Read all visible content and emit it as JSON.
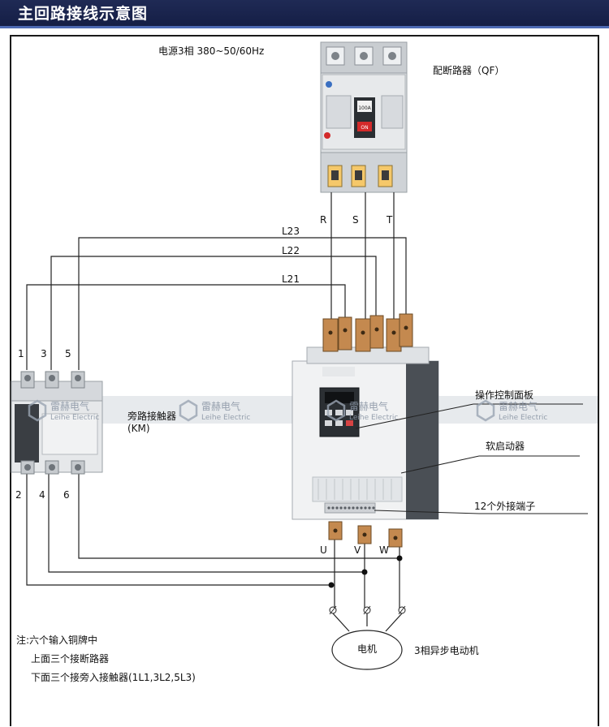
{
  "header": {
    "title": "主回路接线示意图"
  },
  "labels": {
    "power_supply": "电源3相 380~50/60Hz",
    "breaker": "配断路器（QF）",
    "phase_r": "R",
    "phase_s": "S",
    "phase_t": "T",
    "line_l23": "L23",
    "line_l22": "L22",
    "line_l21": "L21",
    "term_1": "1",
    "term_3": "3",
    "term_5": "5",
    "term_2": "2",
    "term_4": "4",
    "term_6": "6",
    "bypass_contactor": "旁路接触器",
    "bypass_contactor_code": "(KM)",
    "control_panel": "操作控制面板",
    "soft_starter": "软启动器",
    "external_terminals": "12个外接端子",
    "out_u": "U",
    "out_v": "V",
    "out_w": "W",
    "motor": "电机",
    "motor_desc": "3相异步电动机"
  },
  "notes": {
    "line1": "注:六个输入铜牌中",
    "line2": "上面三个接断路器",
    "line3": "下面三个接旁入接触器(1L1,3L2,5L3)"
  },
  "branding": {
    "watermark_cn": "雷赫电气",
    "watermark_en": "Leihe Electric",
    "breaker_panel_text": "100A",
    "breaker_on_text": "ON"
  },
  "colors": {
    "header_bg": "#1f2a55",
    "header_stripe": "#4d6ab3",
    "wire": "#222222",
    "watermark_band": "#e3e6ea"
  }
}
